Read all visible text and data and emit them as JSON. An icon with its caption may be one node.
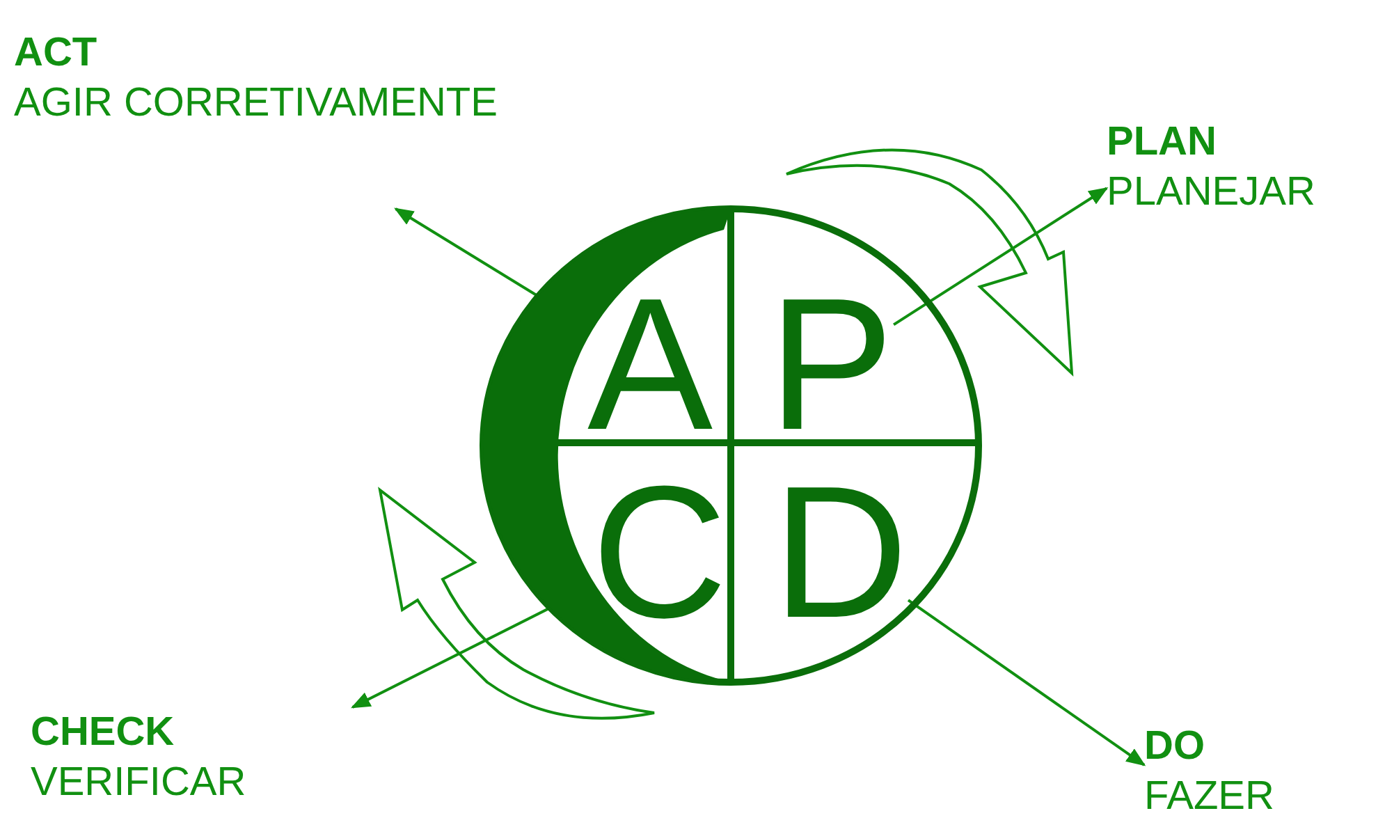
{
  "diagram": {
    "nodes": [
      {
        "text": [
          "ACT",
          "AGIR CORRETIVAMENTE"
        ]
      },
      {
        "text": [
          "PLAN",
          "PLANEJAR"
        ]
      },
      {
        "text": [],
        "shape": "circle"
      },
      {
        "text": [
          "A"
        ],
        "in": 2
      },
      {
        "text": [
          "P"
        ],
        "in": 2
      },
      {
        "text": [
          "C"
        ],
        "in": 2
      },
      {
        "text": [
          "D"
        ],
        "in": 2
      },
      {
        "text": [
          "CHECK",
          "VERIFICAR"
        ]
      },
      {
        "text": [
          "DO",
          "FAZER"
        ]
      }
    ],
    "edges": [
      {
        "from": 3,
        "to": 0,
        "arrow": "to"
      },
      {
        "from": 4,
        "to": 1,
        "arrow": "to"
      },
      {
        "from": 5,
        "to": 7,
        "arrow": "to"
      },
      {
        "from": 6,
        "to": 8,
        "arrow": "to"
      }
    ]
  }
}
